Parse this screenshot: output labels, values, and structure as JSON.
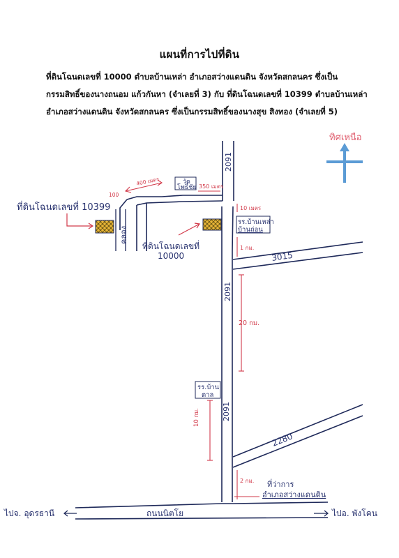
{
  "title": "แผนที่การไปที่ดิน",
  "description": {
    "line1": "ที่ดินโฉนดเลขที่ 10000 ตำบลบ้านเหล่า  อำเภอสว่างแดนดิน  จังหวัดสกลนคร  ซึ่งเป็น",
    "line2": "กรรมสิทธิ์ของนางถนอม  แก้วกันหา (จำเลยที่ 3)  กับ   ที่ดินโฉนดเลขที่ 10399 ตำบลบ้านเหล่า",
    "line3": "อำเภอสว่างแดนดิน  จังหวัดสกลนคร    ซึ่งเป็นกรรมสิทธิ์ของนางสุข  สิงทอง (จำเลยที่ 5)"
  },
  "compass": {
    "label": "ทิศเหนือ",
    "color": "#5b9bd5",
    "label_color": "#e06070"
  },
  "colors": {
    "road": "#1f2a5a",
    "handwriting": "#2a3470",
    "distance": "#d23a4a",
    "parcel": "#e7b436"
  },
  "roads": {
    "route_2091_top": "2091",
    "route_2091_mid": "2091",
    "route_2091_lower": "2091",
    "route_3015": "3015",
    "route_2280": "2280",
    "nittayo_road": "ถนนนิตโย",
    "canal": "คลอง"
  },
  "directions": {
    "to_udon": "ไปจ. อุดรธานี",
    "to_phang_khon": "ไปอ. พังโคน"
  },
  "parcels": {
    "parcel_10399": "ที่ดินโฉนดเลขที่ 10399",
    "parcel_10000_line1": "ที่ดินโฉนดเลขที่",
    "parcel_10000_line2": "10000"
  },
  "landmarks": {
    "school_ban_lao_line1": "รร.บ้านเหล่า",
    "school_ban_lao_line2": "บ้านถ่อน",
    "school_ban_tan_line1": "รร.บ้าน",
    "school_ban_tan_line2": "ตาล",
    "top_building_line1": "วัด",
    "top_building_line2": "โพธิ์ชัย",
    "district_office_line1": "ที่ว่าการ",
    "district_office_line2": "อำเภอสว่างแดนดิน"
  },
  "distances": {
    "d_400m": "400 เมตร",
    "d_350m": "350 เมตร",
    "d_100m": "100",
    "d_10m": "10 เมตร",
    "d_1km": "1 กม.",
    "d_20km": "20 กม.",
    "d_10km": "10 กม.",
    "d_2km": "2 กม."
  }
}
